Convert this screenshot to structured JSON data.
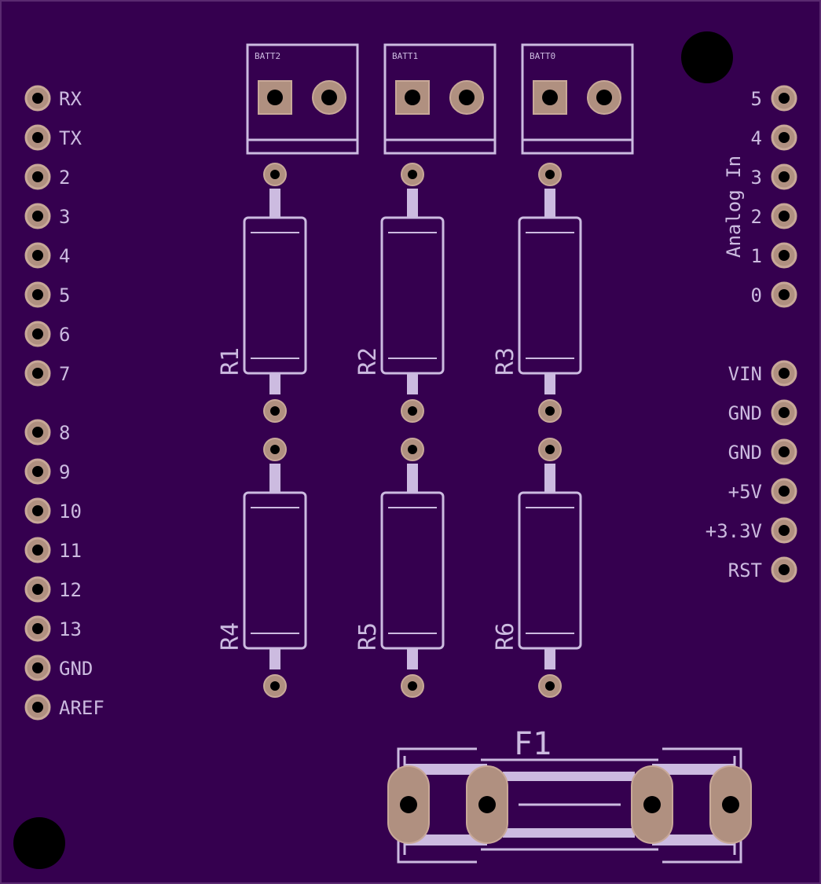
{
  "colors": {
    "board": "#35004f",
    "silkscreen": "#ccbbe0",
    "pad_copper": "#b09080",
    "pad_outline": "#c8a898",
    "hole": "#000000"
  },
  "left_header": [
    "RX",
    "TX",
    "2",
    "3",
    "4",
    "5",
    "6",
    "7",
    "8",
    "9",
    "10",
    "11",
    "12",
    "13",
    "GND",
    "AREF"
  ],
  "right_header": {
    "analog_title": "Analog In",
    "analog_pins": [
      "5",
      "4",
      "3",
      "2",
      "1",
      "0"
    ],
    "power_pins": [
      "VIN",
      "GND",
      "GND",
      "+5V",
      "+3.3V",
      "RST"
    ]
  },
  "batteries": [
    "BATT2",
    "BATT1",
    "BATT0"
  ],
  "resistors_top": [
    "R1",
    "R2",
    "R3"
  ],
  "resistors_bottom": [
    "R4",
    "R5",
    "R6"
  ],
  "fuse": {
    "label": "F1"
  },
  "mounting_holes": [
    "top-right-hole",
    "bottom-left-hole"
  ]
}
